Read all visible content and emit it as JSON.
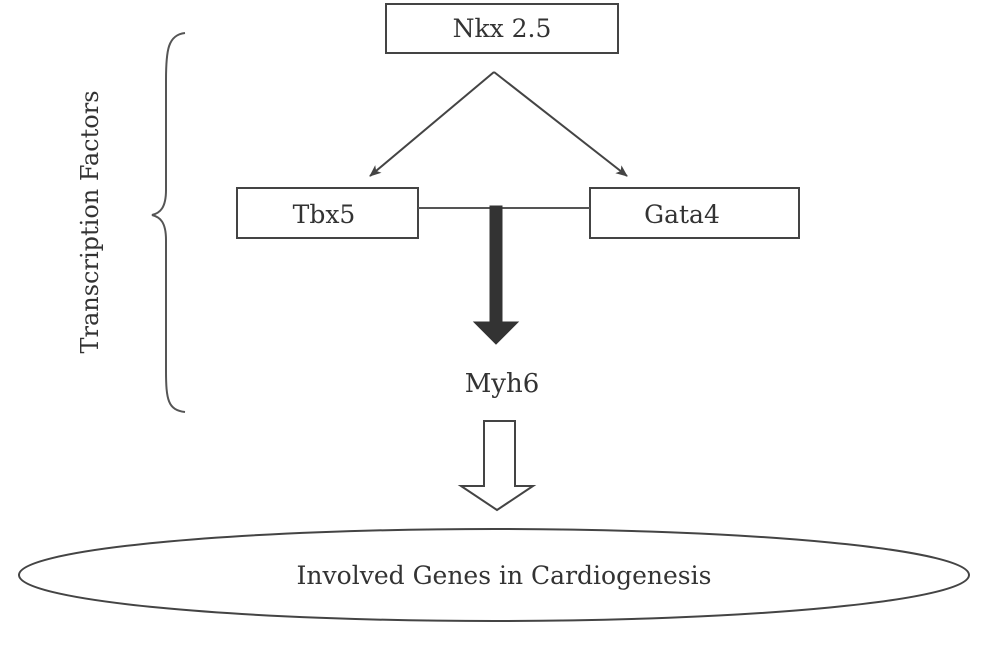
{
  "diagram": {
    "group_label": "Transcription Factors",
    "nodes": {
      "nkx": "Nkx 2.5",
      "tbx": "Tbx5",
      "gata": "Gata4",
      "myh": "Myh6",
      "outcome": "Involved Genes in Cardiogenesis"
    },
    "colors": {
      "stroke": "#444444",
      "text": "#333333",
      "bold_arrow": "#333333",
      "background": "#ffffff"
    }
  }
}
